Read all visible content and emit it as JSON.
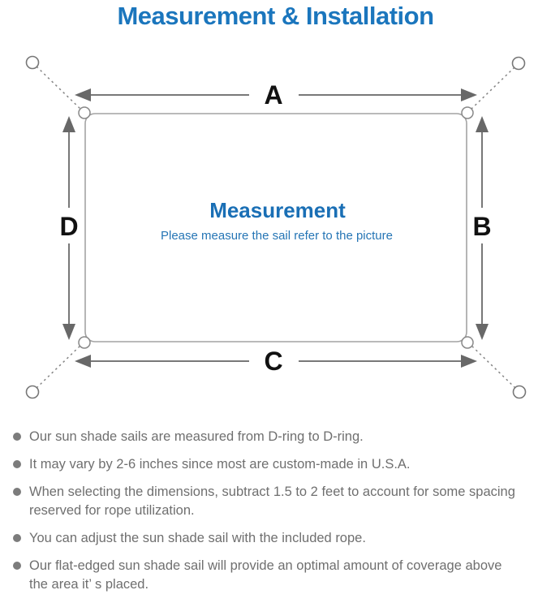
{
  "title": "Measurement & Installation",
  "diagram": {
    "labels": {
      "top": "A",
      "right": "B",
      "bottom": "C",
      "left": "D"
    },
    "center_title": "Measurement",
    "center_subtitle": "Please measure the sail refer to the picture"
  },
  "bullets": [
    [
      "Our sun shade sails are measured from D-ring to D-ring."
    ],
    [
      "It may vary by 2-6 inches since most are custom-made in U.S.A."
    ],
    [
      "When selecting the dimensions, subtract 1.5 to 2 feet to account for some spacing",
      "reserved for rope utilization."
    ],
    [
      "You can adjust the sun shade sail with the included rope."
    ],
    [
      "Our flat-edged sun shade sail will provide an optimal amount of coverage above",
      "the area it’ s placed."
    ]
  ],
  "colors": {
    "accent_blue": "#1b76bd",
    "center_blue": "#1a6fb5",
    "line_gray": "#787878",
    "text_gray": "#6f6f6f",
    "border_gray": "#a3a3a3"
  }
}
